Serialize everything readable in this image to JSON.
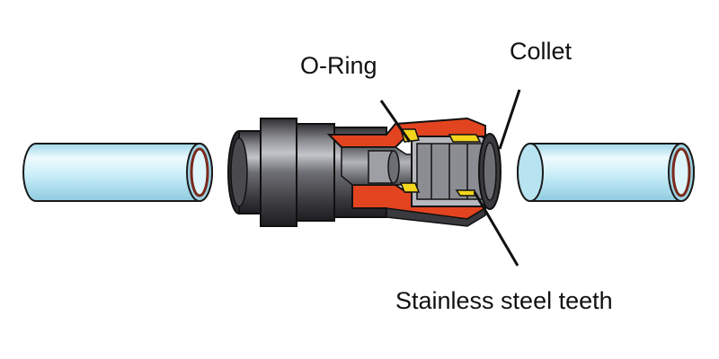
{
  "labels": {
    "oring": "O-Ring",
    "collet": "Collet",
    "teeth": "Stainless steel teeth"
  },
  "colors": {
    "pipe_fill": "#c9eef8",
    "pipe_highlight": "#eefbff",
    "pipe_end": "#8a2a1a",
    "body_dark": "#3c3c40",
    "body_mid": "#6e6f74",
    "body_light": "#a9aaaf",
    "cutaway_red": "#e2441f",
    "teeth_yellow": "#f2d51c",
    "interior": "#8c8d92",
    "outline": "#1a1a1a"
  }
}
